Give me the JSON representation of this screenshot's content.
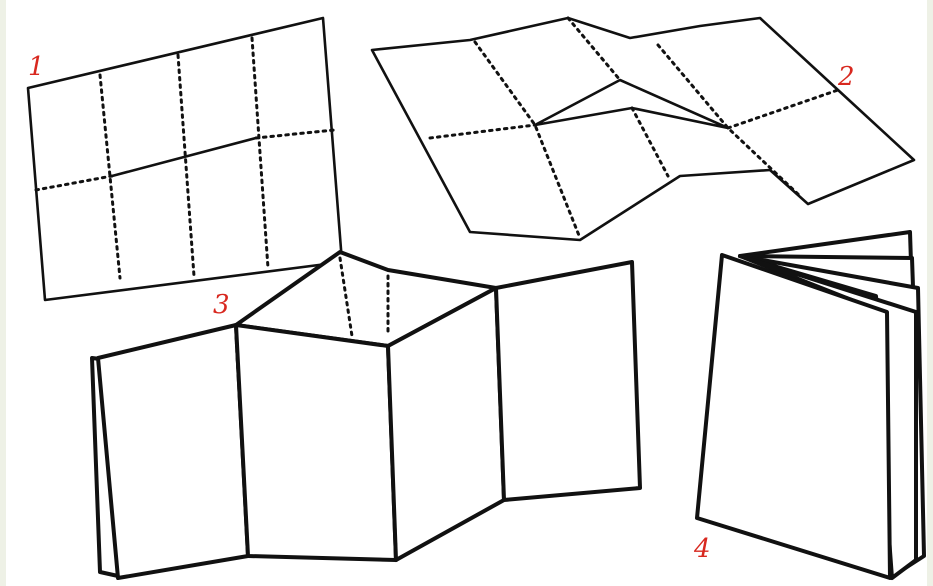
{
  "steps": [
    {
      "id": "1",
      "label": "1"
    },
    {
      "id": "2",
      "label": "2"
    },
    {
      "id": "3",
      "label": "3"
    },
    {
      "id": "4",
      "label": "4"
    }
  ],
  "colors": {
    "label_color": "#d8281f",
    "line_color": "#111111",
    "paper": "#ffffff",
    "border": "#eef1e6"
  }
}
